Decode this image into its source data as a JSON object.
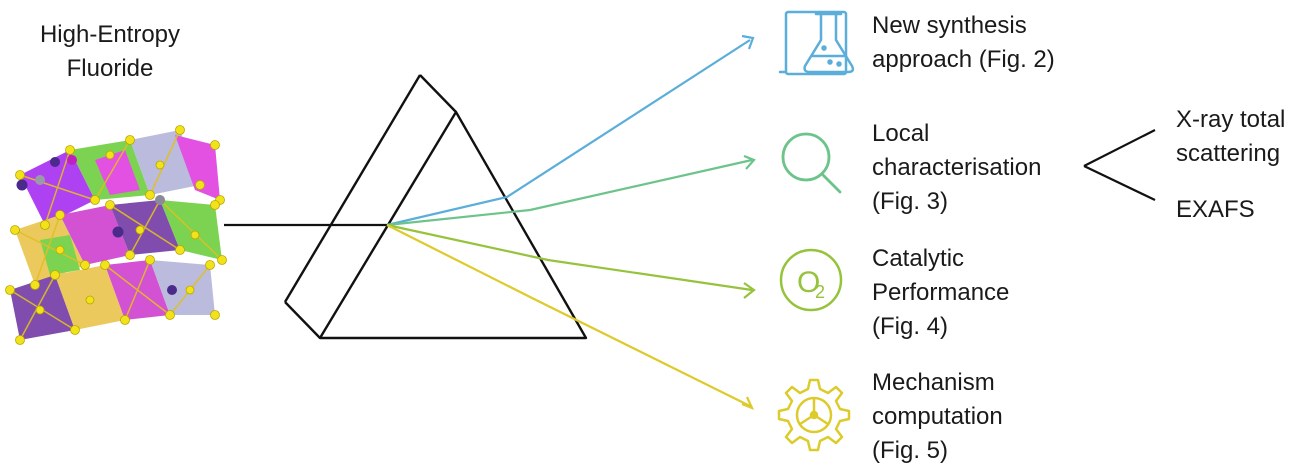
{
  "material": {
    "title_line1": "High-Entropy",
    "title_line2": "Fluoride"
  },
  "outputs": [
    {
      "icon": "flask-clipboard-icon",
      "color": "#5aaed9",
      "lines": [
        "New synthesis",
        "approach (Fig. 2)"
      ]
    },
    {
      "icon": "magnifier-icon",
      "color": "#6cc48b",
      "lines": [
        "Local",
        "characterisation",
        "(Fig. 3)"
      ]
    },
    {
      "icon": "o2-molecule-icon",
      "color": "#96c33c",
      "lines": [
        "Catalytic",
        "Performance",
        "(Fig. 4)"
      ]
    },
    {
      "icon": "gear-icon",
      "color": "#dccb2a",
      "lines": [
        "Mechanism",
        "computation",
        "(Fig. 5)"
      ]
    }
  ],
  "techniques": {
    "first": [
      "X-ray total",
      "scattering"
    ],
    "second": "EXAFS"
  },
  "icon_text": {
    "o2": "O",
    "o2_sub": "2"
  }
}
